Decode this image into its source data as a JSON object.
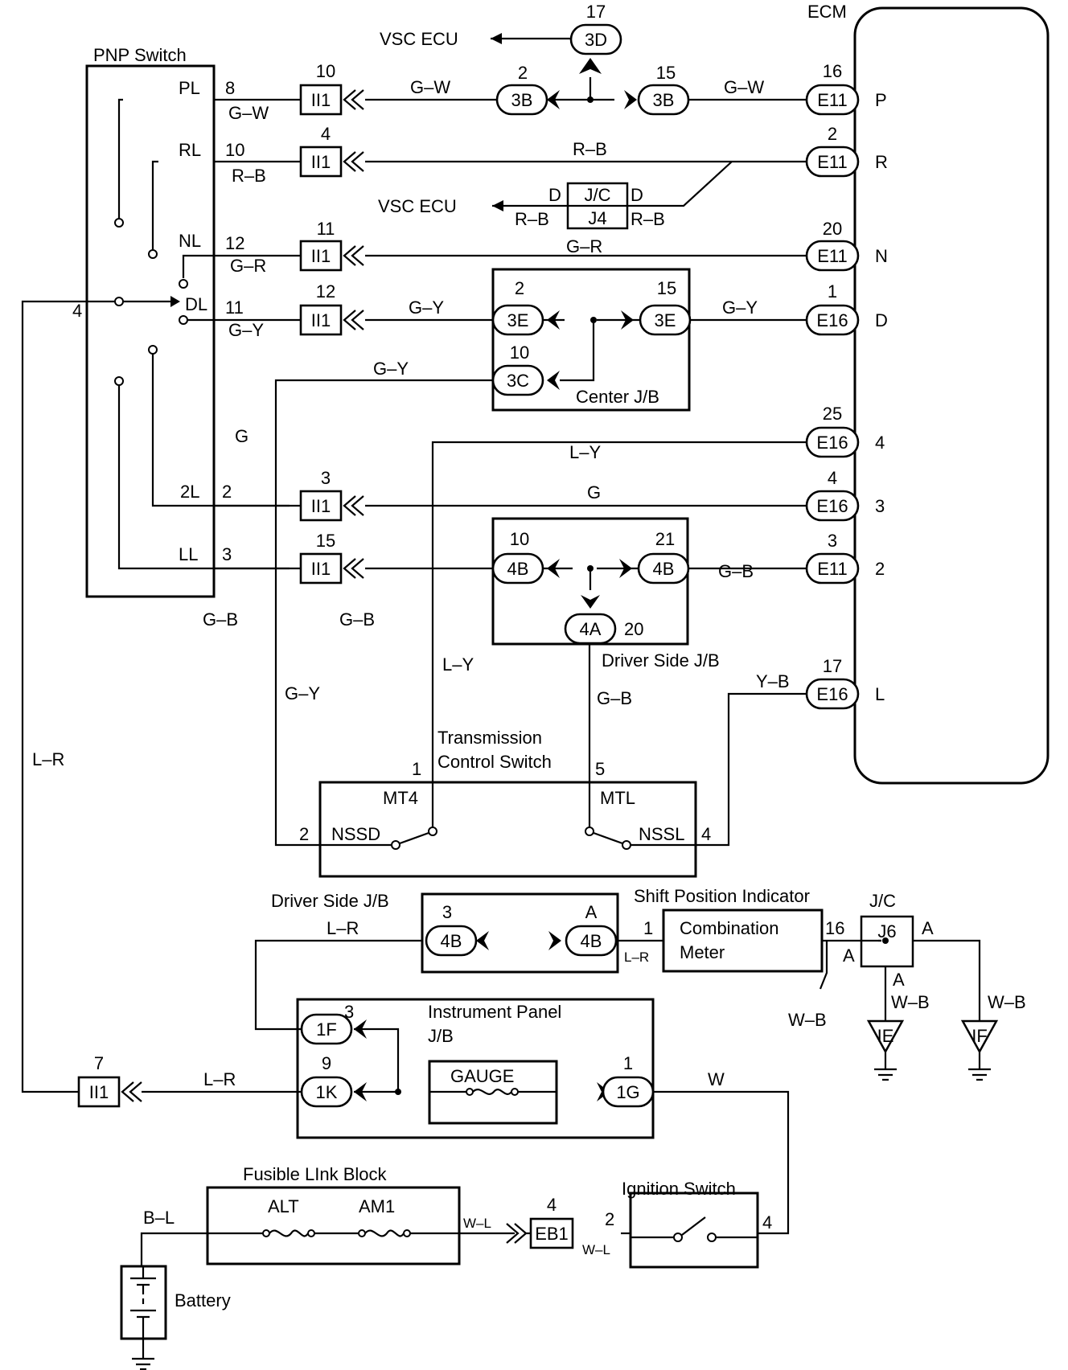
{
  "components": {
    "pnp_switch": "PNP Switch",
    "ecm": "ECM",
    "vsc_ecu": "VSC ECU",
    "center_jb": "Center J/B",
    "driver_side_jb": "Driver Side J/B",
    "transmission_control_switch_1": "Transmission",
    "transmission_control_switch_2": "Control Switch",
    "shift_position_indicator": "Shift Position Indicator",
    "combination_meter_1": "Combination",
    "combination_meter_2": "Meter",
    "jc": "J/C",
    "instrument_panel_jb_1": "Instrument  Panel",
    "instrument_panel_jb_2": "J/B",
    "gauge": "GAUGE",
    "fusible_link_block": "Fusible LInk Block",
    "alt": "ALT",
    "am1": "AM1",
    "ignition_switch": "Ignition Switch",
    "battery": "Battery"
  },
  "pnp_terminals": [
    "PL",
    "RL",
    "NL",
    "DL",
    "2L",
    "LL"
  ],
  "ecm_terminals": [
    "P",
    "R",
    "N",
    "D",
    "4",
    "3",
    "2",
    "L"
  ],
  "tcs_terminals": [
    "MT4",
    "MTL",
    "NSSD",
    "NSSL"
  ],
  "connectors": [
    "II1",
    "3D",
    "3B",
    "E11",
    "E16",
    "J4",
    "J6",
    "3E",
    "3C",
    "4B",
    "4A",
    "1F",
    "1K",
    "1G",
    "EB1",
    "IE",
    "IF"
  ],
  "wire_colors": [
    "G–W",
    "R–B",
    "G–R",
    "G–Y",
    "L–Y",
    "G",
    "G–B",
    "Y–B",
    "L–R",
    "W–B",
    "W",
    "B–L",
    "W–L"
  ],
  "pins": [
    "1",
    "2",
    "3",
    "4",
    "5",
    "7",
    "8",
    "9",
    "10",
    "11",
    "12",
    "15",
    "16",
    "17",
    "20",
    "21",
    "25",
    "D",
    "A"
  ]
}
